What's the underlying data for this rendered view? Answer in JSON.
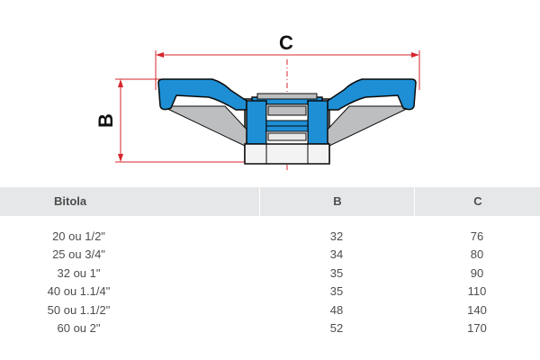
{
  "drawing": {
    "dimension_c_label": "C",
    "dimension_b_label": "B",
    "colors": {
      "body_blue": "#1e8fd5",
      "outline": "#0a0a0a",
      "dimension_red": "#d6262c",
      "shade_gray": "#bcbec0"
    }
  },
  "table": {
    "headers": {
      "bitola": "Bitola",
      "b": "B",
      "c": "C"
    },
    "rows": [
      {
        "bitola": "20 ou 1/2\"",
        "b": "32",
        "c": "76"
      },
      {
        "bitola": "25 ou 3/4\"",
        "b": "34",
        "c": "80"
      },
      {
        "bitola": "32 ou 1\"",
        "b": "35",
        "c": "90"
      },
      {
        "bitola": "40 ou 1.1/4\"",
        "b": "35",
        "c": "110"
      },
      {
        "bitola": "50 ou 1.1/2\"",
        "b": "48",
        "c": "140"
      },
      {
        "bitola": "60 ou 2\"",
        "b": "52",
        "c": "170"
      }
    ]
  }
}
